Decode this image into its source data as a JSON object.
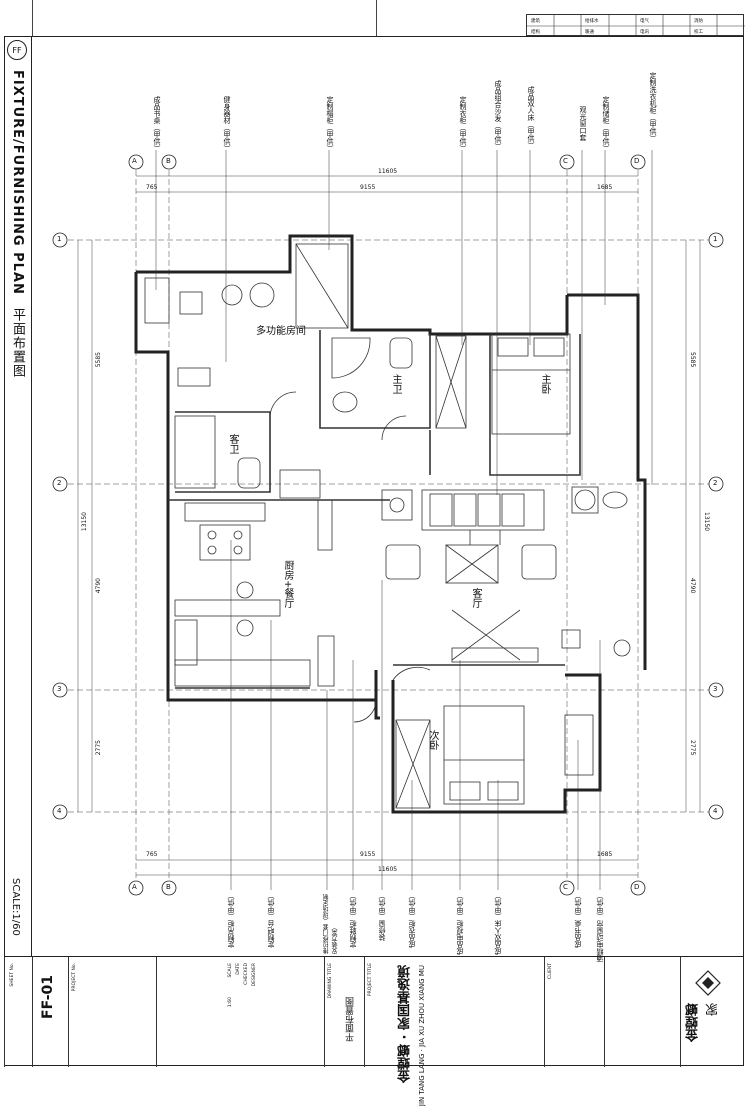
{
  "sheet": {
    "badge": "FF",
    "title_en": "FIXTURE/FURNISHING PLAN",
    "title_cn": "平面布置图",
    "scale": "SCALE:1/60"
  },
  "top_table": {
    "cells": [
      "建筑",
      "给排水",
      "电气",
      "消防",
      "结构",
      "暖通",
      "电讯",
      "校工"
    ]
  },
  "dimensions": {
    "total": "11605",
    "top_left": "765",
    "top_mid": "9155",
    "top_right": "1685",
    "left_upper": "5585",
    "left_total": "13150",
    "left_mid": "4790",
    "left_lower": "2775"
  },
  "grid_labels": {
    "columns": [
      "A",
      "B",
      "C",
      "D"
    ],
    "rows": [
      "1",
      "2",
      "3",
      "4"
    ]
  },
  "rooms": {
    "multi": "多功能房间",
    "guest_bath": "客卫",
    "master_bath": "主卫",
    "master_bed": "主卧",
    "kitchen": "厨房+餐厅",
    "living": "客厅",
    "second_bed": "次卧"
  },
  "top_callouts": [
    "成品书桌（甲供）",
    "健身器材（甲供）",
    "定制榻柜（甲供）",
    "定制衣柜（甲供）",
    "成品组合沙发（甲供）",
    "成品双人床（甲供）",
    "定制储柜（甲供）",
    "观光窗口套",
    "定制洗衣机柜（甲供）"
  ],
  "bottom_callouts": [
    "定制吊柜（甲供）",
    "定制吧台（甲供）",
    "推拉移门套（现场定制安装方案）",
    "定制鞋柜（甲供）",
    "装修窗（甲供）",
    "成品衣柜（甲供）",
    "成品电视柜（甲供）",
    "成品双人床（甲供）",
    "成品书桌（甲供）",
    "酒精电动窗帘（甲供）"
  ],
  "title_block": {
    "brand_cn": "金螳螂",
    "brand_tag": "家",
    "project_cn": "金螳螂 · 家国基逸境",
    "project_en": "JIN TANG LANG · JIA XU ZHOU XIANG MU",
    "drawing_title_label": "DRAWING TITLE",
    "drawing_title": "平面布置图",
    "sheet_no_label": "SHEET No.",
    "sheet_no": "FF-01",
    "client_label": "CLIENT",
    "project_title_label": "PROJECT TITLE",
    "designer_label": "DESIGNER",
    "checked_label": "CHECKED",
    "date_label": "DATE",
    "scale_label": "SCALE",
    "scale_value": "1:60",
    "project_no_label": "PROJECT No."
  }
}
